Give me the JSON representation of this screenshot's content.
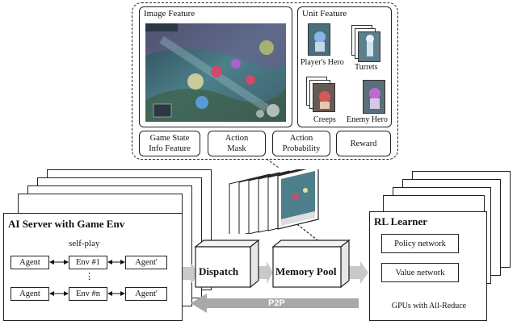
{
  "feature_panel": {
    "image_feature": {
      "title": "Image Feature"
    },
    "unit_feature": {
      "title": "Unit Feature",
      "items": [
        "Player's Hero",
        "Turrets",
        "Creeps",
        "Enemy Hero"
      ]
    },
    "bottom_boxes": [
      [
        "Game State",
        "Info Feature"
      ],
      [
        "Action",
        "Mask"
      ],
      [
        "Action",
        "Probability"
      ],
      [
        "Reward"
      ]
    ]
  },
  "ai_server": {
    "title": "AI Server with Game Env",
    "self_play": "self-play",
    "row1": {
      "left": "Agent",
      "env": "Env #1",
      "right": "Agent'"
    },
    "ellipsis": "⋮",
    "row2": {
      "left": "Agent",
      "env": "Env #n",
      "right": "Agent'"
    }
  },
  "dispatch": {
    "label": "Dispatch"
  },
  "memory_pool": {
    "label": "Memory Pool"
  },
  "rl_learner": {
    "title": "RL Learner",
    "policy": "Policy network",
    "value": "Value network",
    "gpus": "GPUs with All-Reduce"
  },
  "p2p": {
    "label": "P2P"
  },
  "colors": {
    "arrow_fill": "#c9c9c9",
    "p2p_fill": "#a9a9a9",
    "cube_side": "#e6e6e6",
    "game_bg": "#3c6e7a",
    "text": "#111111"
  },
  "icons": [
    "game-screenshot",
    "hero-thumbnail",
    "turret-thumbnail",
    "creep-thumbnail",
    "enemy-hero-thumbnail"
  ]
}
